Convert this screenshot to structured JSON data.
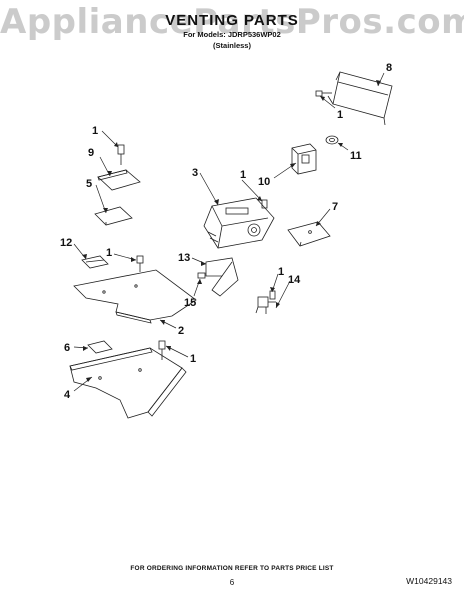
{
  "watermark": "AppliancePartsPros.com",
  "title": "VENTING PARTS",
  "subtitle": "For Models: JDRP536WP02",
  "subtitle2": "(Stainless)",
  "callouts": {
    "c8": "8",
    "c1a": "1",
    "c11": "11",
    "c1b": "1",
    "c9": "9",
    "c5": "5",
    "c3": "3",
    "c1c": "1",
    "c10": "10",
    "c7": "7",
    "c12": "12",
    "c1d": "1",
    "c13": "13",
    "c1e": "1",
    "c14": "14",
    "c15": "15",
    "c2": "2",
    "c6": "6",
    "c1f": "1",
    "c4": "4"
  },
  "footer": {
    "ordering_note": "FOR ORDERING INFORMATION REFER TO PARTS PRICE LIST",
    "page_number": "6",
    "document_number": "W10429143"
  }
}
